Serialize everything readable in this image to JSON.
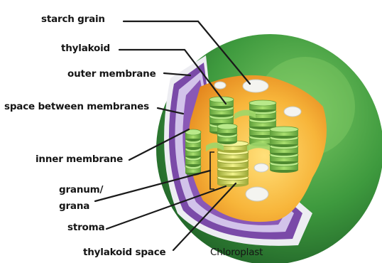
{
  "labels": {
    "starch_grain": "starch grain",
    "thylakoid": "thylakoid",
    "outer_membrane": "outer membrane",
    "space_between_membranes": "space between membranes",
    "inner_membrane": "inner membrane",
    "granum_line1": "granum/",
    "granum_line2": "grana",
    "stroma": "stroma",
    "thylakoid_space": "thylakoid space",
    "chloroplast": "Chloroplast"
  },
  "colors": {
    "outer_green": "#3e9a3e",
    "outer_green_light": "#74c25a",
    "membrane_purple": "#7a4aa8",
    "membrane_lavender": "#d2c3ea",
    "stroma_orange": "#f2a22c",
    "stroma_yellow": "#ffd76a",
    "thylakoid_green": "#8fcf5a",
    "granum_yellow": "#e9ec6e",
    "starch_white": "#f2f2ee",
    "leader_line": "#1a1a1a"
  }
}
